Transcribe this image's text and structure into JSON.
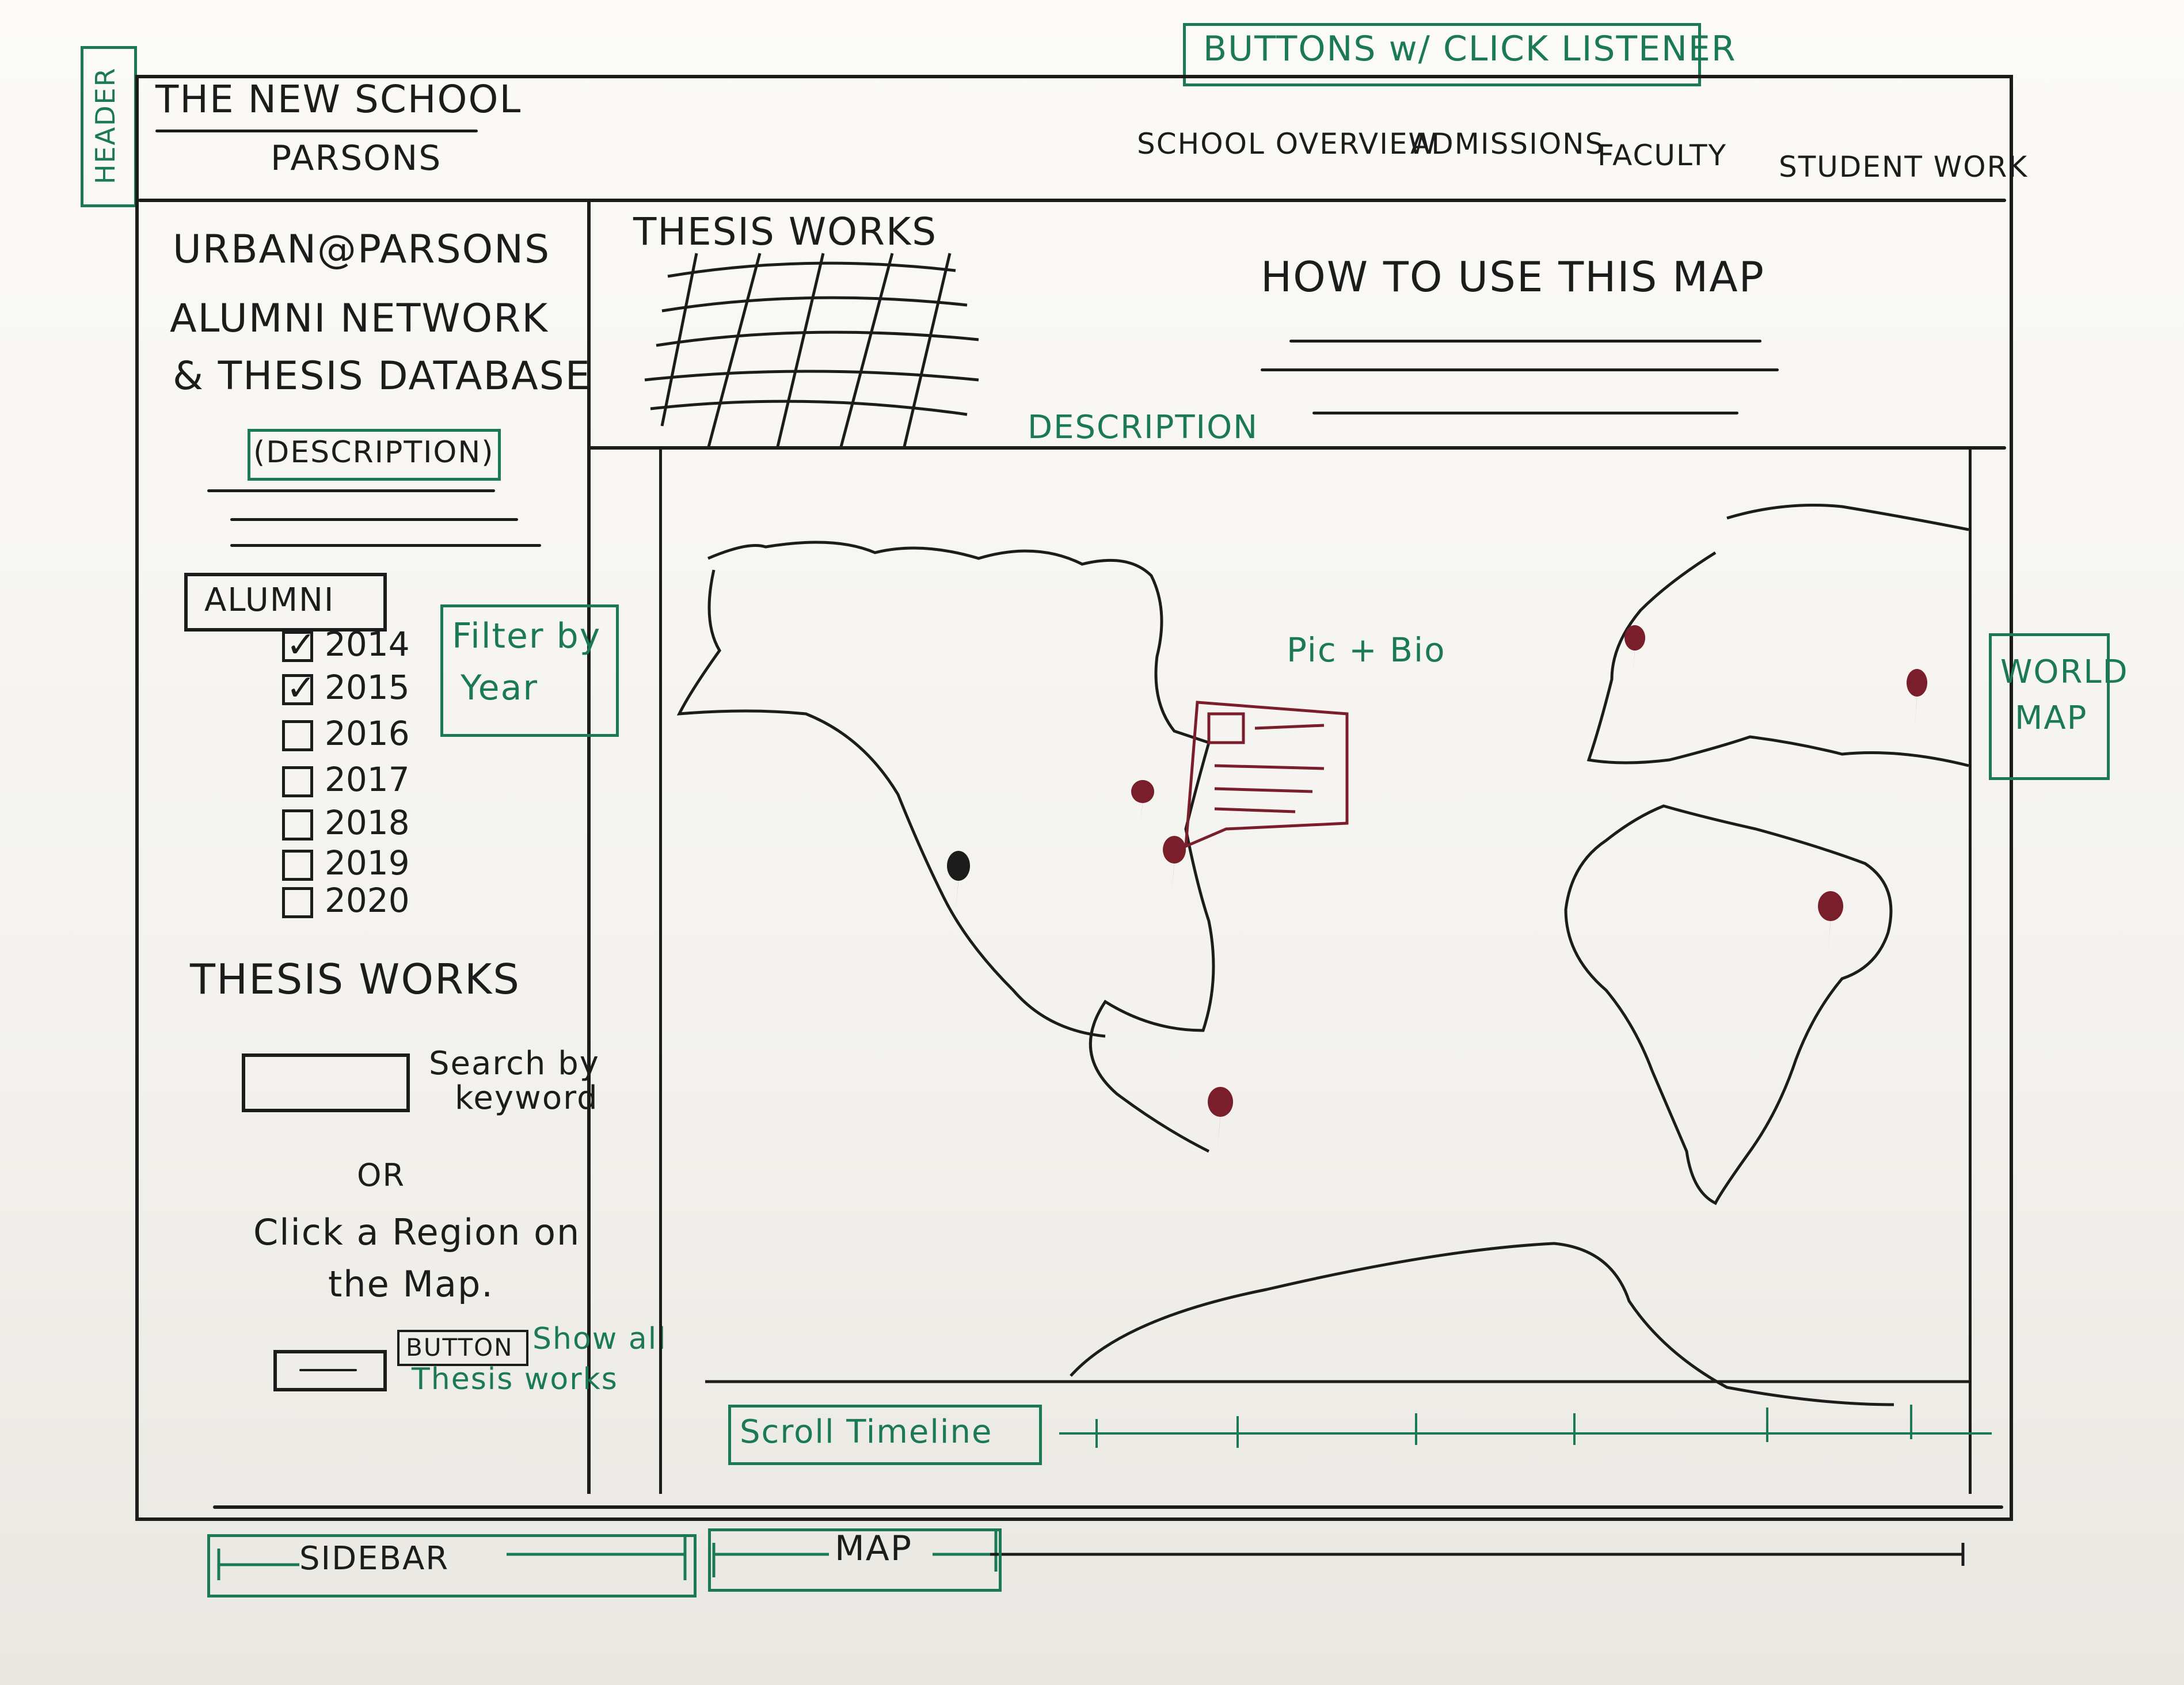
{
  "annotations": {
    "buttons_note": "BUTTONS w/ CLICK LISTENER",
    "header_tag": "HEADER",
    "description_tag": "DESCRIPTION",
    "pic_bio": "Pic + Bio",
    "filter_by_year": [
      "Filter by",
      "Year"
    ],
    "world_map": [
      "WORLD",
      "MAP"
    ],
    "scroll_timeline": "Scroll Timeline",
    "sidebar_label": "SIDEBAR",
    "map_label": "MAP",
    "show_all": [
      "Show all",
      "Thesis works"
    ]
  },
  "header": {
    "brand_line1": "THE NEW SCHOOL",
    "brand_line2": "PARSONS",
    "nav": [
      "SCHOOL OVERVIEW",
      "ADMISSIONS",
      "FACULTY",
      "STUDENT WORK"
    ]
  },
  "sidebar": {
    "title": [
      "URBAN@PARSONS",
      "ALUMNI NETWORK",
      "& THESIS DATABASE"
    ],
    "description_label": "(DESCRIPTION)",
    "alumni_label": "ALUMNI",
    "years": [
      {
        "label": "2014",
        "checked": true
      },
      {
        "label": "2015",
        "checked": true
      },
      {
        "label": "2016",
        "checked": false
      },
      {
        "label": "2017",
        "checked": false
      },
      {
        "label": "2018",
        "checked": false
      },
      {
        "label": "2019",
        "checked": false
      },
      {
        "label": "2020",
        "checked": false
      }
    ],
    "thesis_heading": "THESIS WORKS",
    "search_label": [
      "Search by",
      "keyword"
    ],
    "or_text": "OR",
    "click_region": [
      "Click a Region on",
      "the Map."
    ],
    "button_label": "BUTTON"
  },
  "main": {
    "thesis_works_title": "THESIS WORKS",
    "how_to_title": "HOW TO USE THIS MAP"
  },
  "colors": {
    "ink": "#1c1c1c",
    "annotation": "#1b7a55",
    "pin": "#7a1e2b"
  },
  "icons": [
    "map-pin-icon"
  ]
}
